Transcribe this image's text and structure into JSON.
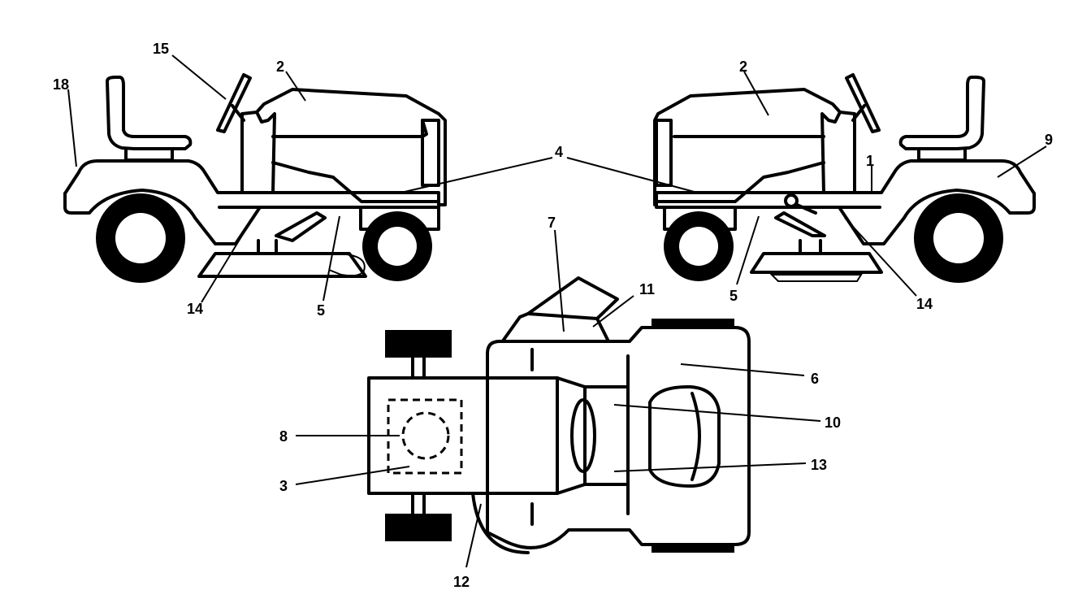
{
  "labels": {
    "l18": "18",
    "l15": "15",
    "l2a": "2",
    "l2b": "2",
    "l4": "4",
    "l9": "9",
    "l1": "1",
    "l14a": "14",
    "l5a": "5",
    "l5b": "5",
    "l14b": "14",
    "l7": "7",
    "l11": "11",
    "l6": "6",
    "l10": "10",
    "l13": "13",
    "l8": "8",
    "l3": "3",
    "l12": "12"
  }
}
